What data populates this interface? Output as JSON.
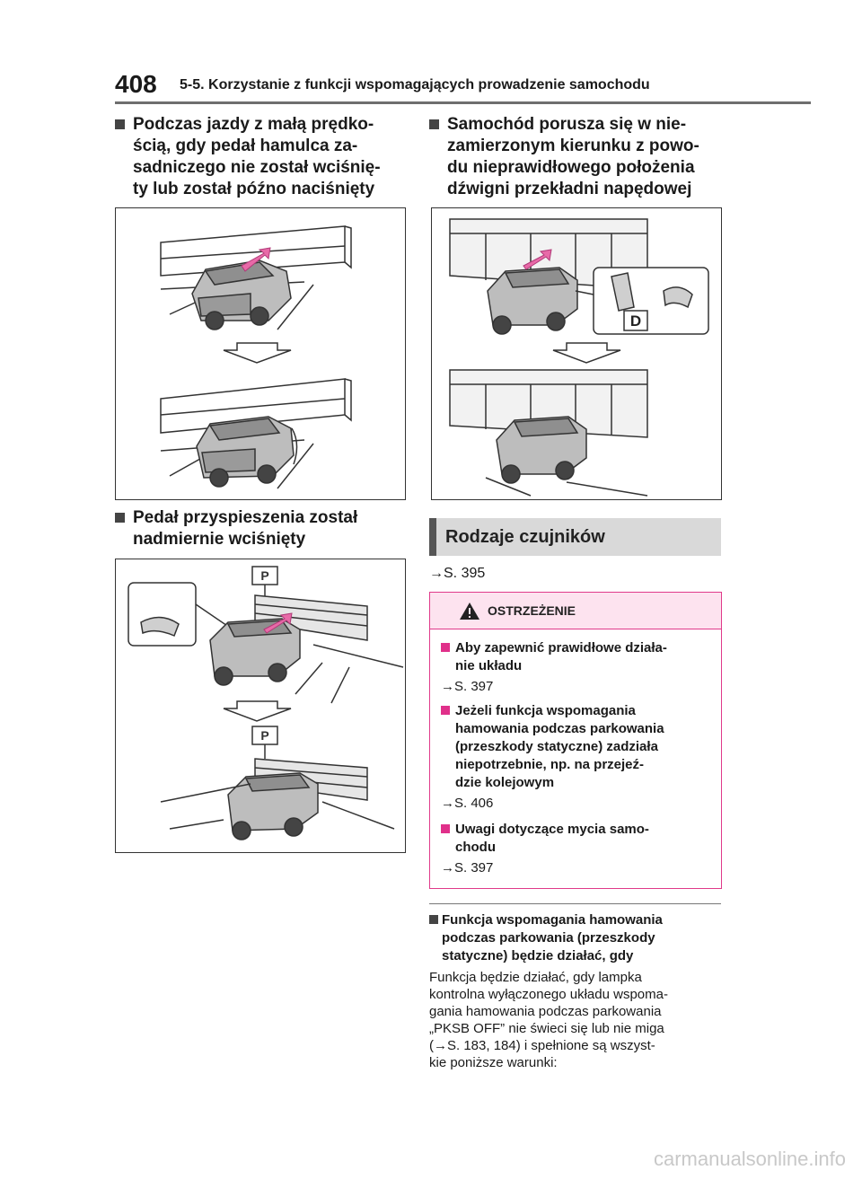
{
  "header": {
    "page_number": "408",
    "section": "5-5. Korzystanie z funkcji wspomagających prowadzenie samochodu"
  },
  "left": {
    "heading1": "Podczas jazdy z małą prędko-\nścią, gdy pedał hamulca za-\nsadniczego nie został wciśnię-\nty lub został późno naciśnięty",
    "heading2": "Pedał przyspieszenia został\nnadmiernie wciśnięty"
  },
  "right": {
    "heading1": "Samochód porusza się w nie-\nzamierzonym kierunku z powo-\ndu nieprawidłowego położenia\ndźwigni przekładni napędowej",
    "gear_label": "D",
    "section_heading": "Rodzaje czujników",
    "ref_top": "→S. 395"
  },
  "parking_sign": "P",
  "warning": {
    "title": "OSTRZEŻENIE",
    "items": [
      {
        "title": "Aby zapewnić prawidłowe działa-\nnie układu",
        "ref": "→S. 397"
      },
      {
        "title": "Jeżeli funkcja wspomagania\nhamowania podczas parkowania\n(przeszkody statyczne) zadziała\nniepotrzebnie, np. na przejeź-\ndzie kolejowym",
        "ref": "→S. 406"
      },
      {
        "title": "Uwagi dotyczące mycia samo-\nchodu",
        "ref": "→S. 397"
      }
    ]
  },
  "subsection": {
    "title": "Funkcja wspomagania hamowania\npodczas parkowania (przeszkody\nstatyczne) będzie działać, gdy",
    "body": "Funkcja będzie działać, gdy lampka\nkontrolna wyłączonego układu wspoma-\ngania hamowania podczas parkowania\n„PKSB OFF” nie świeci się lub nie miga\n(→S. 183, 184) i spełnione są wszyst-\nkie poniższe warunki:"
  },
  "footer": {
    "watermark": "carmanualsonline.info"
  },
  "colors": {
    "accent_pink": "#e03a8a",
    "warning_bg": "#fde3ef",
    "heading_gray": "#d9d9d9",
    "arrow_pink": "#e86aa8"
  }
}
